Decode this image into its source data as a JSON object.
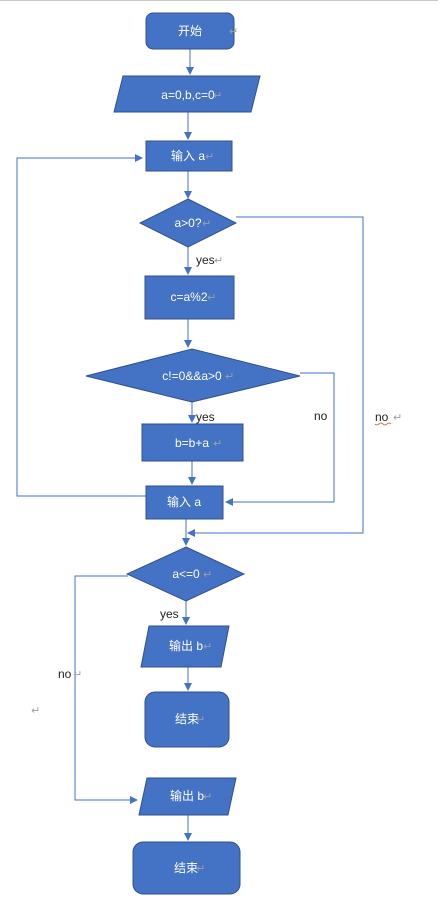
{
  "nodes": {
    "start": "开始",
    "init": "a=0,b,c=0",
    "input1": "输入 a",
    "cond1": "a>0?",
    "mod": "c=a%2",
    "cond2": "c!=0&&a>0",
    "sum": "b=b+a",
    "input2": "输入 a",
    "cond3": "a<=0",
    "output1": "输出 b",
    "end1": "结束",
    "output2": "输出 b",
    "end2": "结束"
  },
  "edges": {
    "yes1": "yes",
    "yes2": "yes",
    "no1": "no",
    "no2": "no",
    "yes3": "yes",
    "no3": "no"
  },
  "marks": {
    "paragraph": "↵"
  },
  "colors": {
    "fill": "#4472c4",
    "stroke": "#2f528f",
    "connector": "#4472c4",
    "text": "#ffffff"
  }
}
